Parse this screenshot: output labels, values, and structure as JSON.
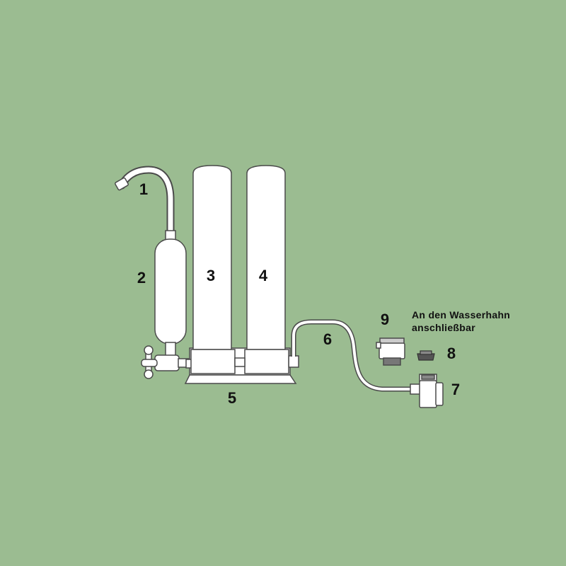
{
  "labels": {
    "spout": "1",
    "cartridge_small": "2",
    "housing_left": "3",
    "housing_right": "4",
    "base": "5",
    "hose": "6",
    "diverter_valve": "7",
    "adapter_ring": "8",
    "faucet_adapter": "9"
  },
  "note": {
    "line1": "An den Wasserhahn",
    "line2": "anschließbar"
  },
  "colors": {
    "background": "#9bbc91",
    "part_fill": "#ffffff",
    "part_stroke": "#4a4a4a",
    "dark_part": "#555555"
  }
}
